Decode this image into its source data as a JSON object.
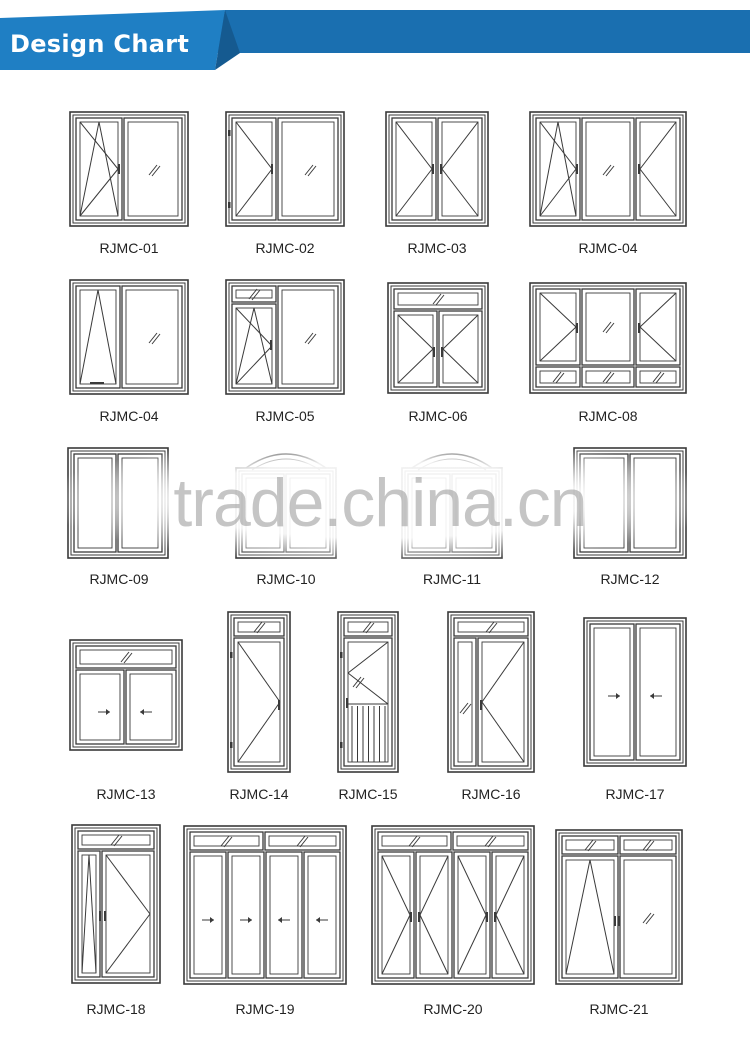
{
  "header": {
    "title": "Design Chart",
    "color": "#1f7fc4"
  },
  "items": [
    {
      "code": "RJMC-01"
    },
    {
      "code": "RJMC-02"
    },
    {
      "code": "RJMC-03"
    },
    {
      "code": "RJMC-04"
    },
    {
      "code": "RJMC-04"
    },
    {
      "code": "RJMC-05"
    },
    {
      "code": "RJMC-06"
    },
    {
      "code": "RJMC-08"
    },
    {
      "code": "RJMC-09"
    },
    {
      "code": "RJMC-10"
    },
    {
      "code": "RJMC-11"
    },
    {
      "code": "RJMC-12"
    },
    {
      "code": "RJMC-13"
    },
    {
      "code": "RJMC-14"
    },
    {
      "code": "RJMC-15"
    },
    {
      "code": "RJMC-16"
    },
    {
      "code": "RJMC-17"
    },
    {
      "code": "RJMC-18"
    },
    {
      "code": "RJMC-19"
    },
    {
      "code": "RJMC-20"
    },
    {
      "code": "RJMC-21"
    }
  ],
  "watermark": "trade.china.cn"
}
